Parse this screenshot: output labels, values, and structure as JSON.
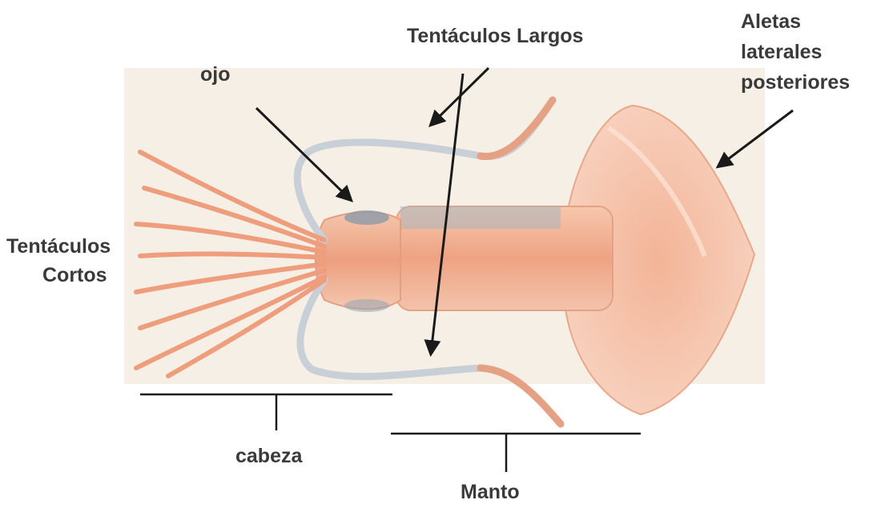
{
  "labels": {
    "tentaculos_largos": "Tentáculos Largos",
    "ojo": "ojo",
    "aletas": [
      "Aletas",
      "laterales",
      "posteriores"
    ],
    "tentaculos_cortos": [
      "Tentáculos",
      "Cortos"
    ],
    "cabeza": "cabeza",
    "manto": "Manto"
  },
  "colors": {
    "label_text": "#3a3a3a",
    "arrow": "#1a1a1a",
    "body": "#f1b596",
    "fin": "#f6c4ac",
    "background_panel": "#f6efe6"
  }
}
